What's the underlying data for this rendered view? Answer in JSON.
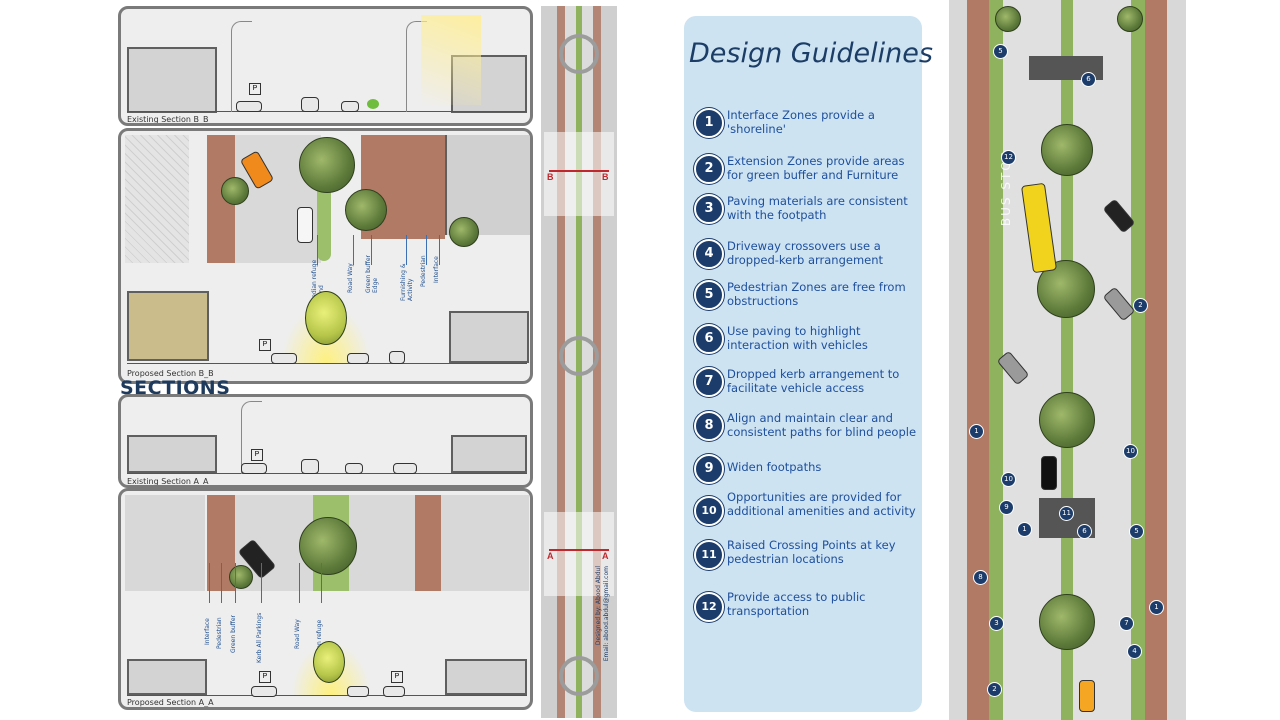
{
  "sections": {
    "title": "SECTIONS",
    "existing_bb": "Existing Section B_B",
    "proposed_bb": "Proposed Section B_B",
    "existing_aa": "Existing Section A_A",
    "proposed_aa": "Proposed Section A_A",
    "parking_sign": "P",
    "plan_bb_labels": [
      "Median refuge Island",
      "Road Way",
      "Green buffer Edge",
      "Furnishing & Activity",
      "Pedestrian",
      "Interface"
    ],
    "plan_aa_labels": [
      "Interface",
      "Pedestrian",
      "Green buffer",
      "Kerb All Parkings",
      "Road Way",
      "Median refuge Island"
    ]
  },
  "strip": {
    "marker_b": "B",
    "marker_a": "A",
    "credit_line1": "Designed by: Abood Abdul",
    "credit_line2": "Email: abood.abdul@gmail.com"
  },
  "guidelines": {
    "title": "Design Guidelines",
    "items": [
      {
        "num": "1",
        "text": "Interface Zones provide a 'shoreline'"
      },
      {
        "num": "2",
        "text": "Extension Zones provide areas for green buffer and Furniture"
      },
      {
        "num": "3",
        "text": "Paving materials are consistent with the footpath"
      },
      {
        "num": "4",
        "text": "Driveway crossovers use a dropped-kerb arrangement"
      },
      {
        "num": "5",
        "text": "Pedestrian Zones are free from obstructions"
      },
      {
        "num": "6",
        "text": "Use paving to highlight interaction with vehicles"
      },
      {
        "num": "7",
        "text": "Dropped kerb arrangement to facilitate vehicle access"
      },
      {
        "num": "8",
        "text": "Align and maintain clear and consistent paths for blind people"
      },
      {
        "num": "9",
        "text": "Widen footpaths"
      },
      {
        "num": "10",
        "text": "Opportunities are provided for additional amenities and activity"
      },
      {
        "num": "11",
        "text": "Raised Crossing Points at key pedestrian locations"
      },
      {
        "num": "12",
        "text": "Provide access to public transportation"
      }
    ]
  },
  "map": {
    "bus_stop_label": "BUS STOP",
    "markers": [
      "5",
      "6",
      "12",
      "2",
      "1",
      "10",
      "10",
      "9",
      "1",
      "11",
      "6",
      "5",
      "8",
      "3",
      "7",
      "4",
      "2",
      "1"
    ]
  },
  "colors": {
    "guide_bg": "#cde3f2",
    "num_circle": "#1c3d6b",
    "guide_text": "#1e4f9c",
    "title_text": "#1c3e66",
    "paving": "#b07a65",
    "road": "#d9d9d9",
    "grass": "#9bbf6a"
  }
}
